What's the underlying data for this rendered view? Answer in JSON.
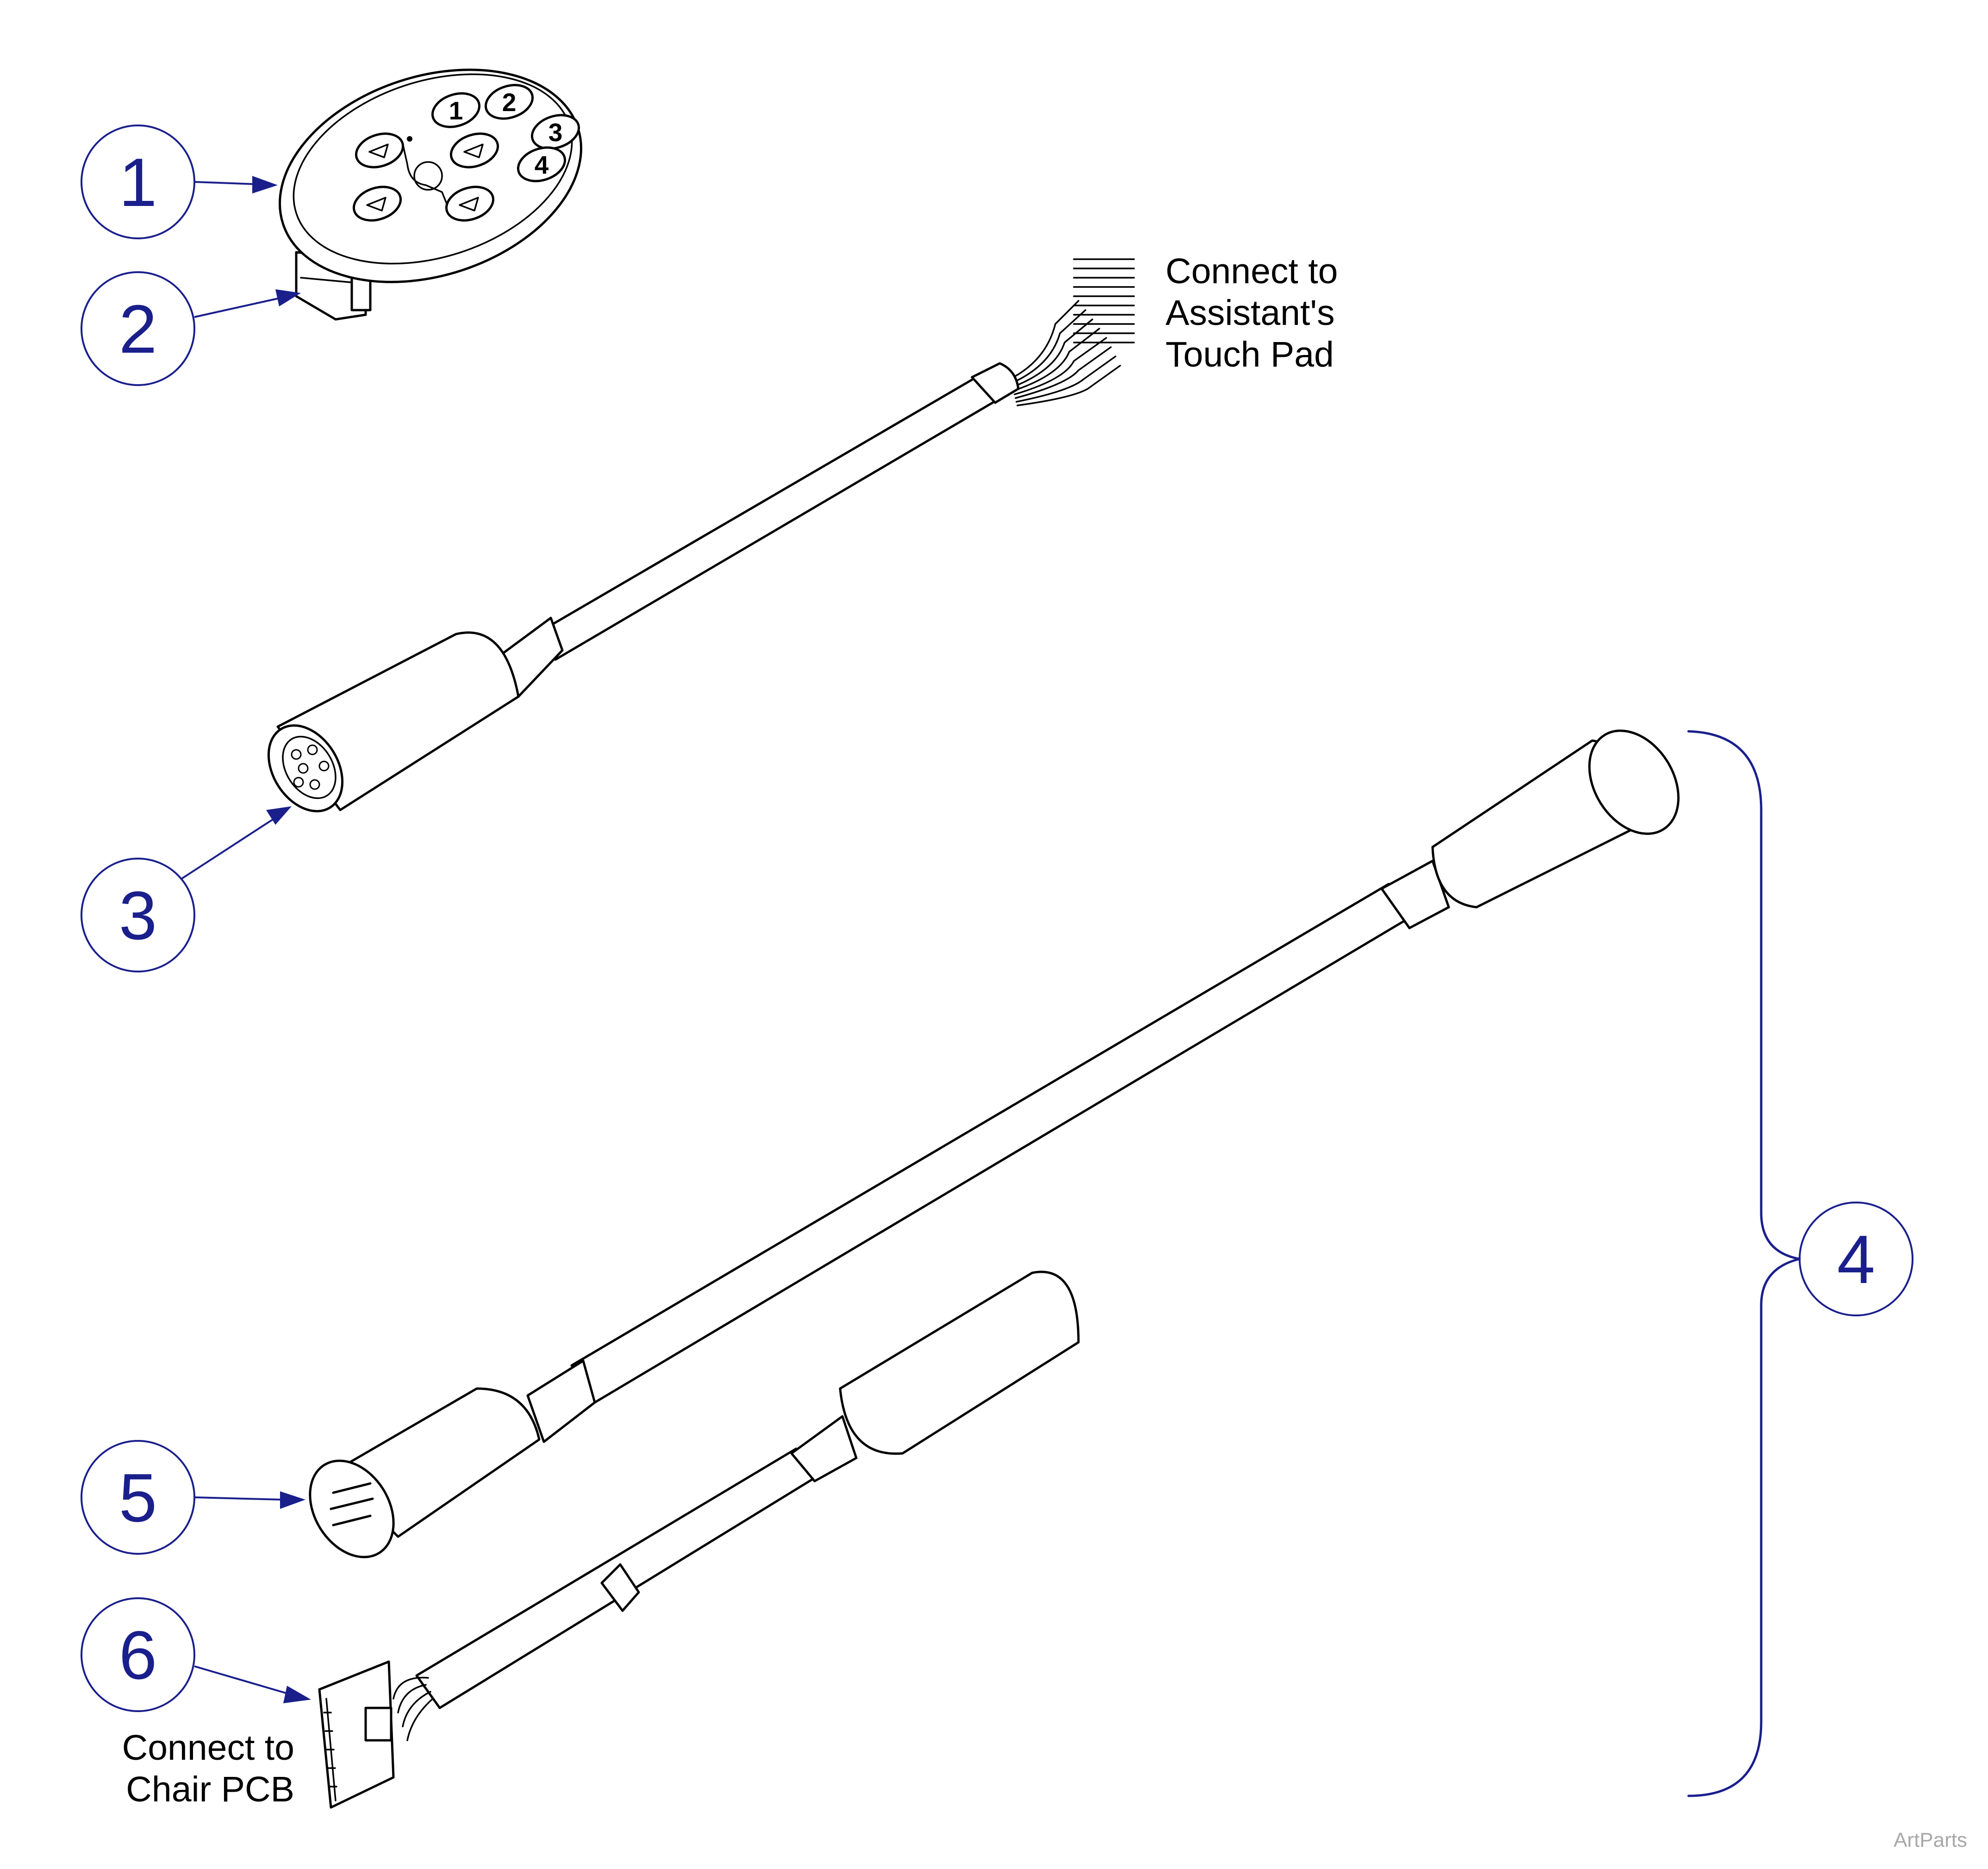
{
  "callouts": [
    {
      "id": "callout-1",
      "label": "1"
    },
    {
      "id": "callout-2",
      "label": "2"
    },
    {
      "id": "callout-3",
      "label": "3"
    },
    {
      "id": "callout-4",
      "label": "4"
    },
    {
      "id": "callout-5",
      "label": "5"
    },
    {
      "id": "callout-6",
      "label": "6"
    }
  ],
  "notes": {
    "assistant_touch_pad": [
      "Connect to",
      "Assistant's",
      "Touch Pad"
    ],
    "chair_pcb": [
      "Connect to",
      "Chair PCB"
    ]
  },
  "touch_pad_buttons": [
    "1",
    "2",
    "3",
    "4"
  ],
  "watermark": "ArtParts",
  "colors": {
    "callout_blue": "#1a1f8c",
    "line_black": "#000000",
    "watermark_gray": "#a8a8a8"
  }
}
